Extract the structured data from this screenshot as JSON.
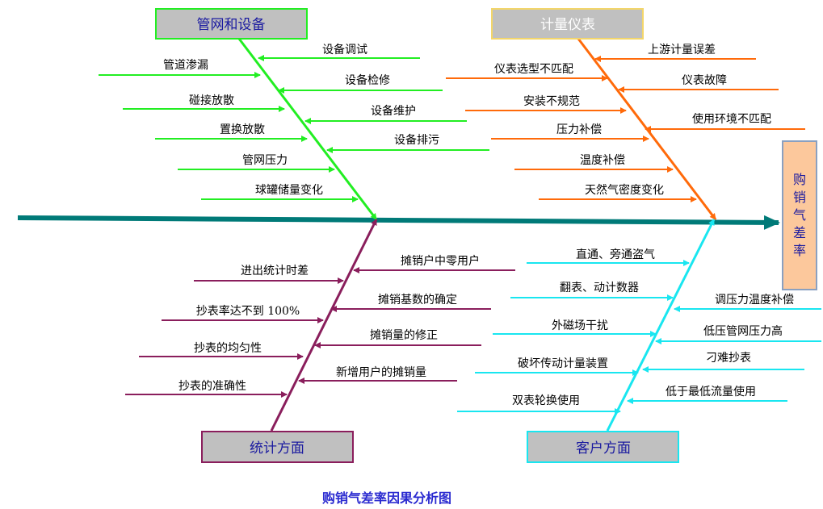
{
  "title": "购销气差率因果分析图",
  "effect": {
    "label": "购销气差率",
    "fill": "#fcc89c",
    "border": "#8aa0c0"
  },
  "spine_color": "#007a78",
  "categories": [
    {
      "key": "pipe",
      "label": "管网和设备",
      "color": "#22ee22",
      "box_fill": "#c0c0c0",
      "label_color": "#1a1aa0",
      "causes_left": [
        "管道渗漏",
        "碰接放散",
        "置换放散",
        "管网压力",
        "球罐储量变化"
      ],
      "causes_right": [
        "设备调试",
        "设备检修",
        "设备维护",
        "设备排污"
      ]
    },
    {
      "key": "meter",
      "label": "计量仪表",
      "color": "#ff6a0a",
      "box_fill": "#c0c0c0",
      "label_color": "#ffffff",
      "causes_left": [
        "仪表选型不匹配",
        "安装不规范",
        "压力补偿",
        "温度补偿",
        "天然气密度变化"
      ],
      "causes_right": [
        "上游计量误差",
        "仪表故障",
        "使用环境不匹配"
      ]
    },
    {
      "key": "stat",
      "label": "统计方面",
      "color": "#8a1e5c",
      "box_fill": "#c0c0c0",
      "label_color": "#1a1aa0",
      "causes_left": [
        "进出统计时差",
        "抄表率达不到 100%",
        "抄表的均匀性",
        "抄表的准确性"
      ],
      "causes_right": [
        "摊销户中零用户",
        "摊销基数的确定",
        "摊销量的修正",
        "新增用户的摊销量"
      ]
    },
    {
      "key": "cust",
      "label": "客户方面",
      "color": "#19e6f0",
      "box_fill": "#c0c0c0",
      "label_color": "#1a1aa0",
      "causes_left": [
        "直通、旁通盗气",
        "翻表、动计数器",
        "外磁场干扰",
        "破坏传动计量装置",
        "双表轮换使用"
      ],
      "causes_right": [
        "调压力温度补偿",
        "低压管网压力高",
        "刁难抄表",
        "低于最低流量使用"
      ]
    }
  ]
}
